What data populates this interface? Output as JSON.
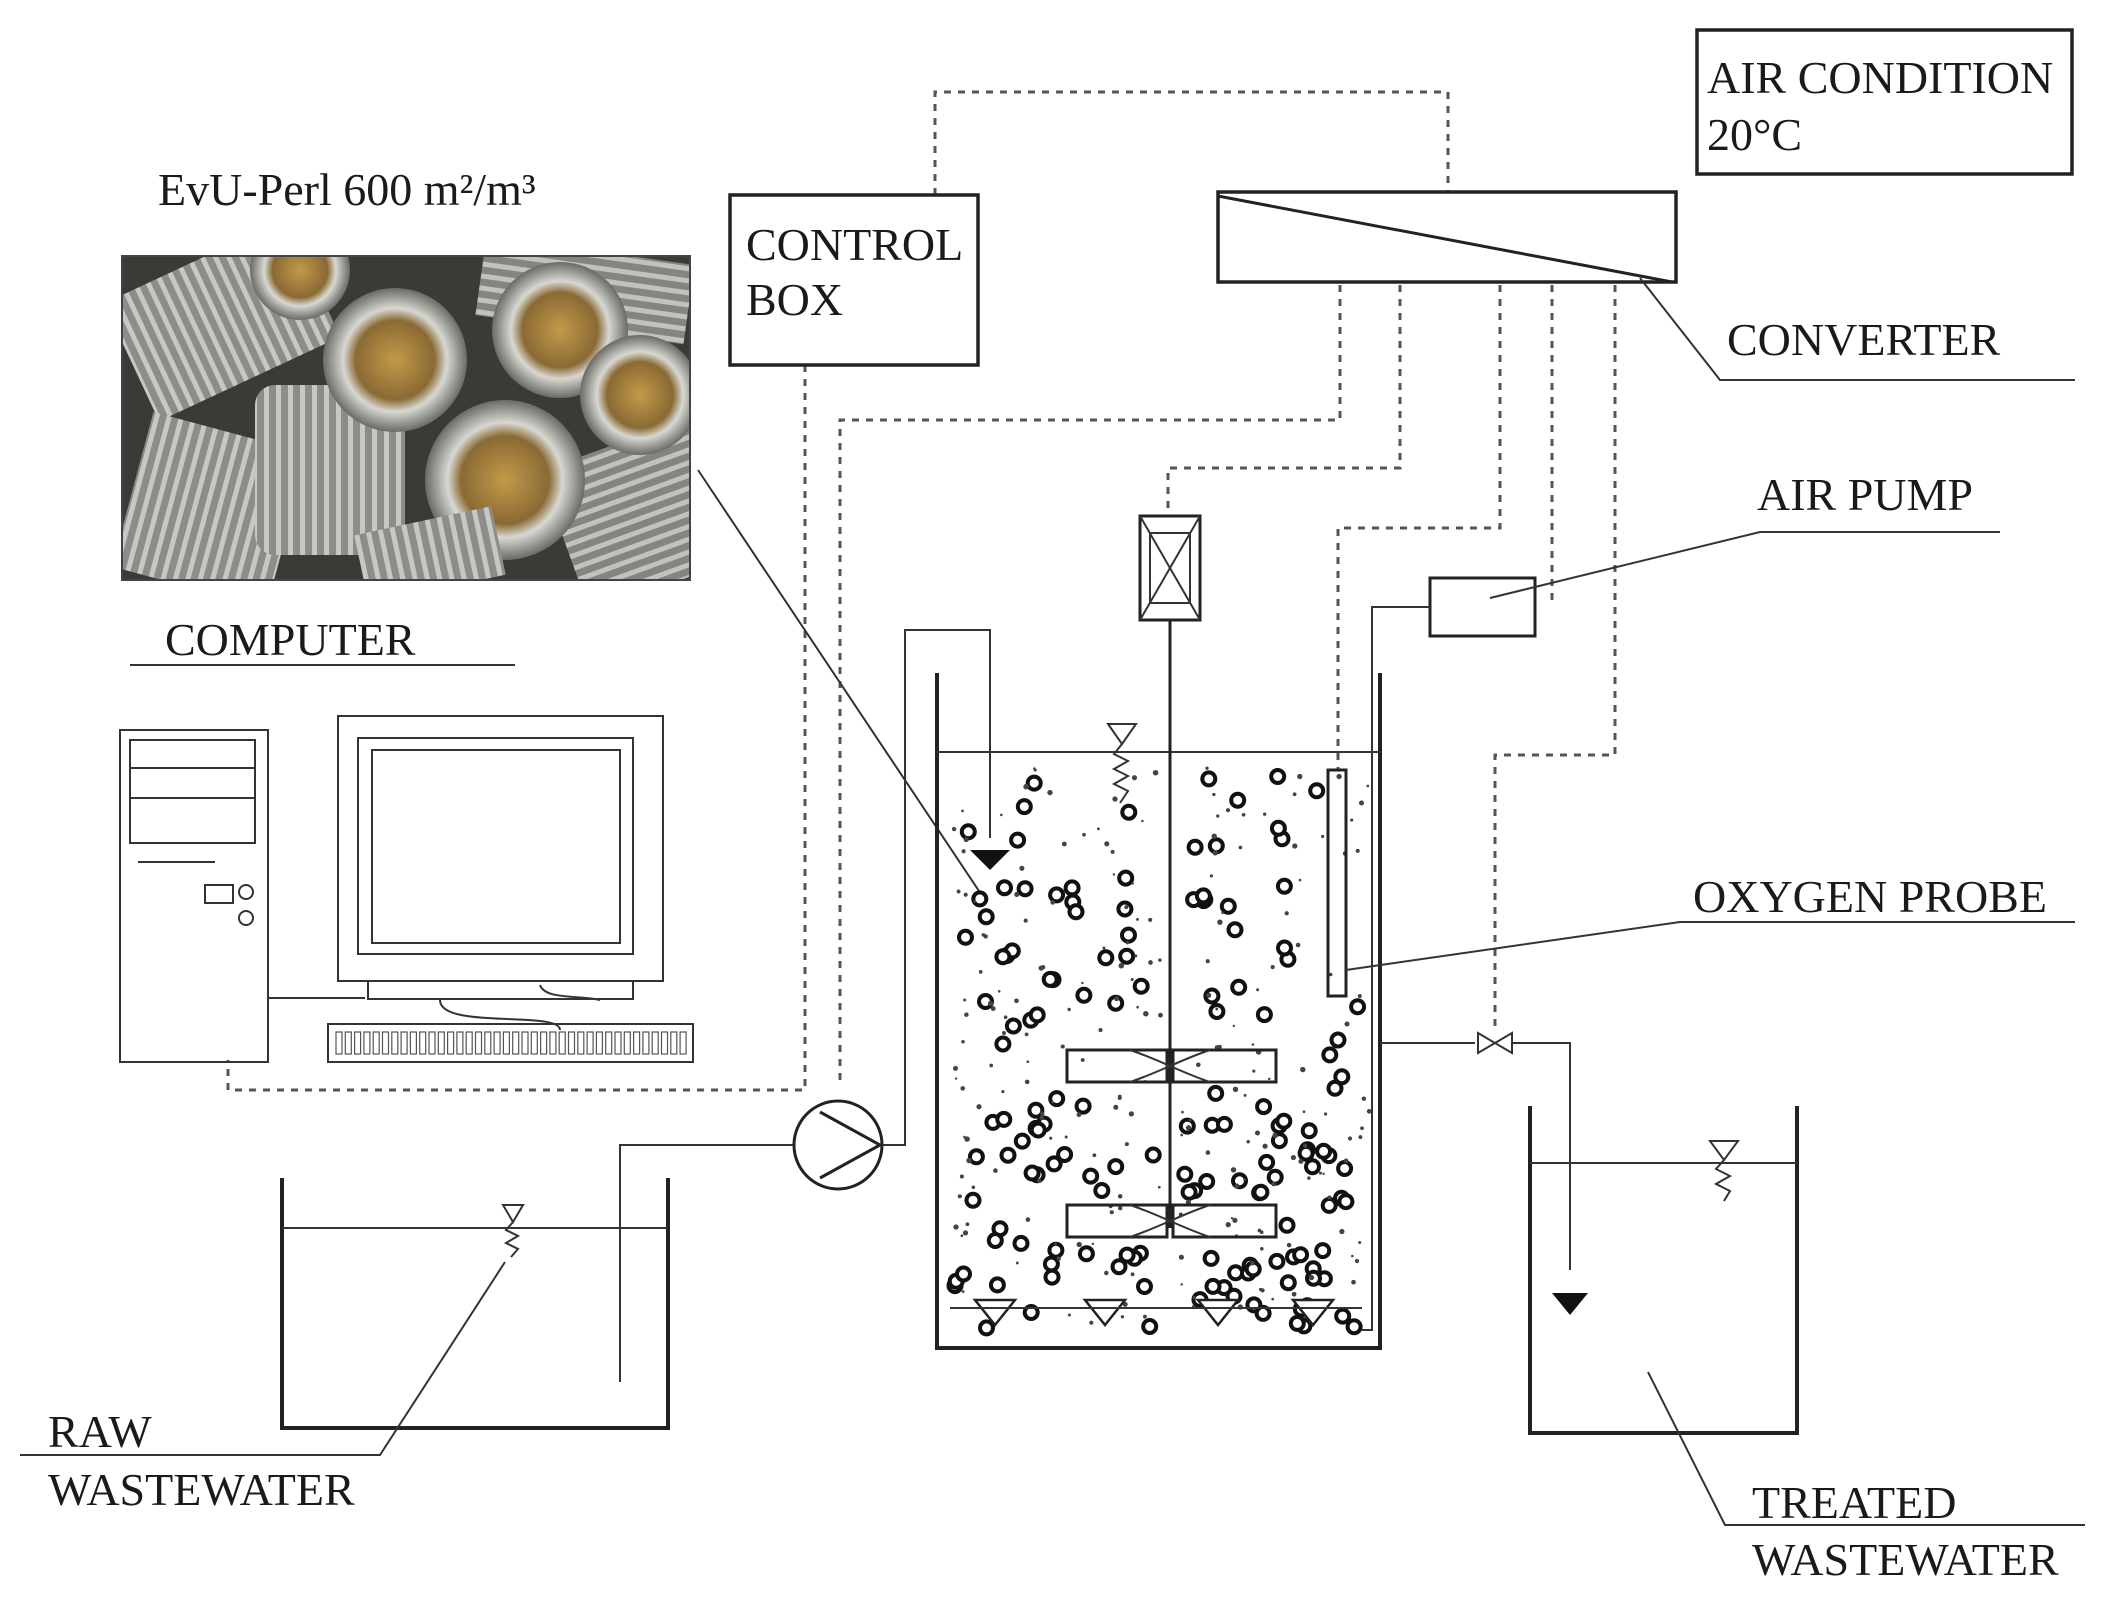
{
  "labels": {
    "air_condition_line1": "AIR CONDITION",
    "air_condition_line2": "20°C",
    "media_title": "EvU-Perl  600 m²/m³",
    "control_box_line1": "CONTROL",
    "control_box_line2": "BOX",
    "converter": "CONVERTER",
    "air_pump": "AIR PUMP",
    "computer": "COMPUTER",
    "oxygen_probe": "OXYGEN PROBE",
    "raw_wastewater_line1": "RAW",
    "raw_wastewater_line2": "WASTEWATER",
    "treated_wastewater_line1": "TREATED",
    "treated_wastewater_line2": "WASTEWATER"
  },
  "colors": {
    "line": "#222222",
    "dashed_signal": "#555555",
    "photo_dark": "#3a3a36",
    "photo_metal": "#9a9a96",
    "photo_biofilm": "#8a6a34"
  },
  "icons": [
    "pump-symbol",
    "valve-symbol",
    "motor-symbol",
    "water-level-symbol",
    "aerator-diffuser-symbol",
    "computer-icon"
  ]
}
